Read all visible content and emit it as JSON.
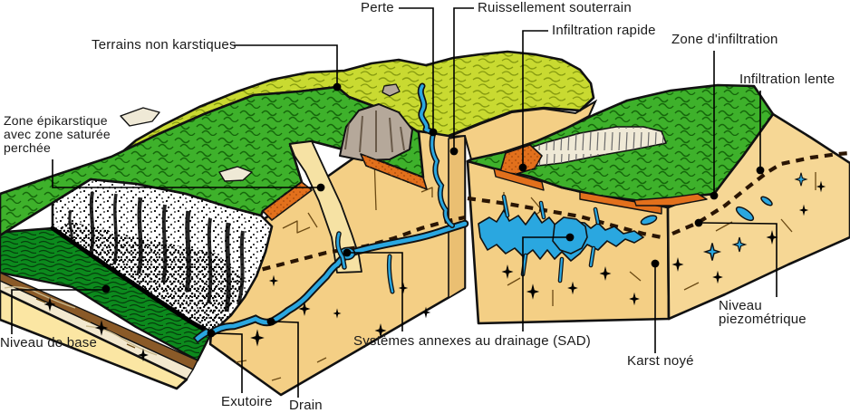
{
  "diagram": {
    "type": "karst-hydrogeology-block-diagram",
    "labels": {
      "perte": "Perte",
      "ruissellement": "Ruissellement souterrain",
      "infiltration_rapide": "Infiltration rapide",
      "zone_infiltration": "Zone d'infiltration",
      "infiltration_lente": "Infiltration lente",
      "terrains_non_karstiques": "Terrains non karstiques",
      "zone_epikarstique": "Zone épikarstique\navec zone saturée\nperchée",
      "niveau_de_base": "Niveau de base",
      "exutoire": "Exutoire",
      "drain": "Drain",
      "sad": "Systèmes annexes au drainage (SAD)",
      "karst_noye": "Karst noyé",
      "niveau_piezometrique": "Niveau piezométrique"
    }
  },
  "colors": {
    "green": "#3eb12b",
    "green_dark": "#15660b",
    "yellowgreen": "#c9da31",
    "yellowgreen_dark": "#879b10",
    "valley": "#0c8a1d",
    "valley_dark": "#053f0c",
    "tan": "#f4cf85",
    "tan_light": "#fbe6a3",
    "tan_mid": "#eabf72",
    "tan_se": "#f6d795",
    "couloir": "#f6e2a4",
    "orange": "#e2701c",
    "orange_dot": "#a34a0e",
    "brown": "#8a5a28",
    "cream": "#f3e9cf",
    "water": "#2aa7e0",
    "crag": "#b5a89a",
    "lapiaz": "#efe9d6",
    "ink": "#111111",
    "dash": "#2a1503",
    "label": "#1a1a1a"
  }
}
